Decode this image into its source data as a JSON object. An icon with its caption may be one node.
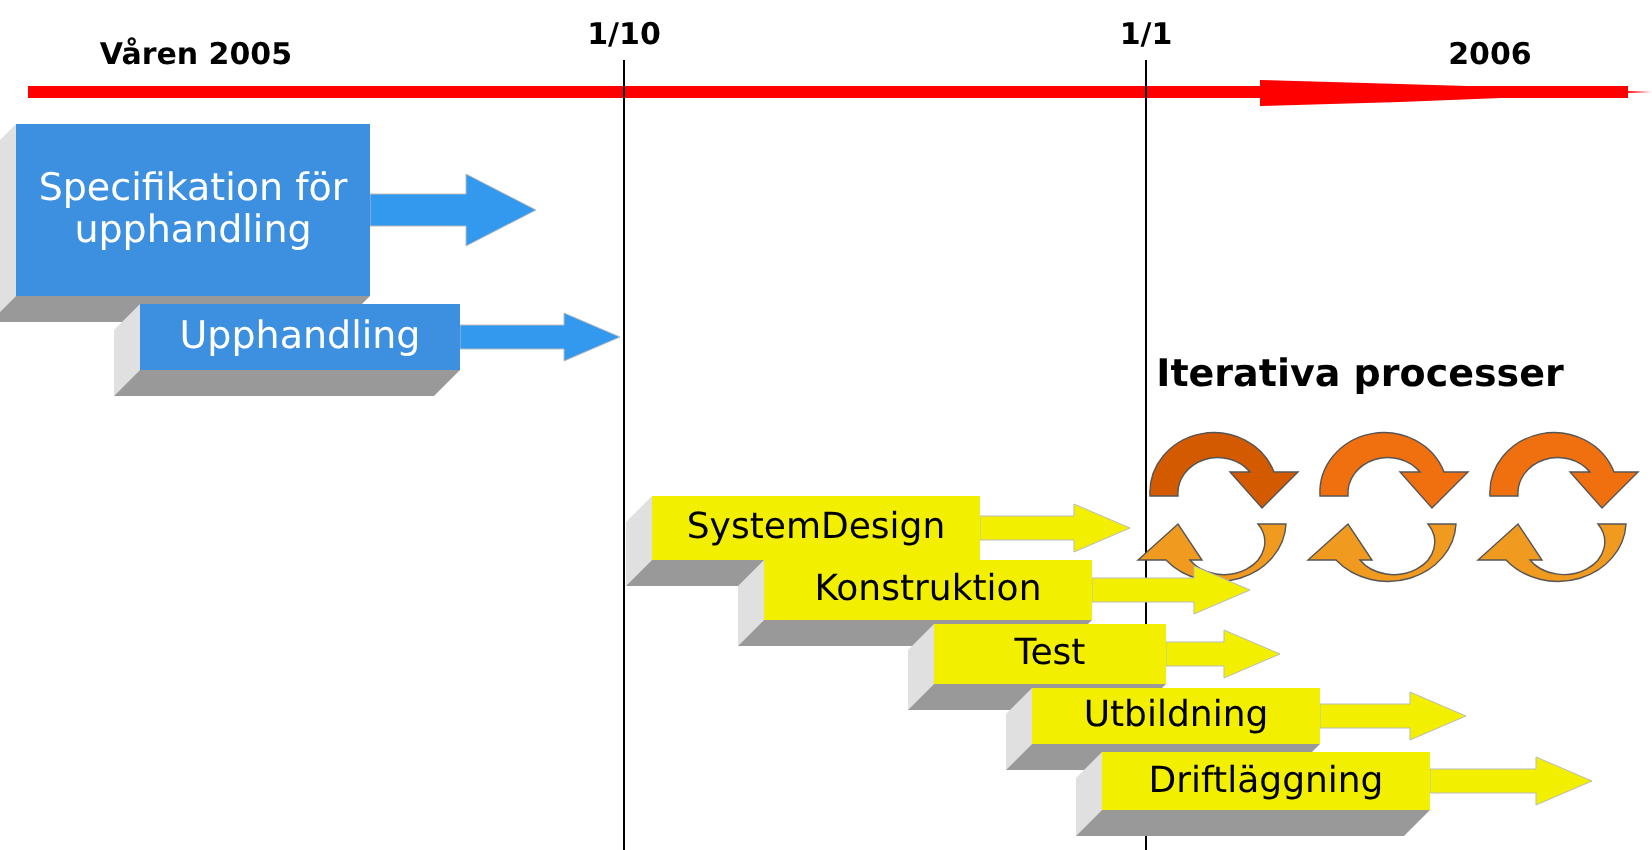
{
  "diagram": {
    "nodes": [
      {
        "text": [
          "Specifikation för upphandling"
        ]
      },
      {
        "text": [
          "Upphandling"
        ]
      },
      {
        "text": [
          "SystemDesign"
        ]
      },
      {
        "text": [
          "Konstruktion"
        ]
      },
      {
        "text": [
          "Test"
        ]
      },
      {
        "text": [
          "Utbildning"
        ]
      },
      {
        "text": [
          "Driftläggning"
        ]
      }
    ],
    "edges": [
      {
        "from": 0,
        "to": null,
        "arrow": "to",
        "color": "#3399ee"
      },
      {
        "from": 1,
        "to": null,
        "arrow": "to",
        "color": "#3399ee"
      },
      {
        "from": 2,
        "to": null,
        "arrow": "to"
      },
      {
        "from": 3,
        "to": null,
        "arrow": "to"
      },
      {
        "from": 4,
        "to": null,
        "arrow": "to"
      },
      {
        "from": 5,
        "to": null,
        "arrow": "to"
      },
      {
        "from": 6,
        "to": null,
        "arrow": "to"
      }
    ],
    "labels": [
      "Våren 2005",
      "1/10",
      "1/1",
      "2006",
      "Iterativa processer"
    ]
  }
}
